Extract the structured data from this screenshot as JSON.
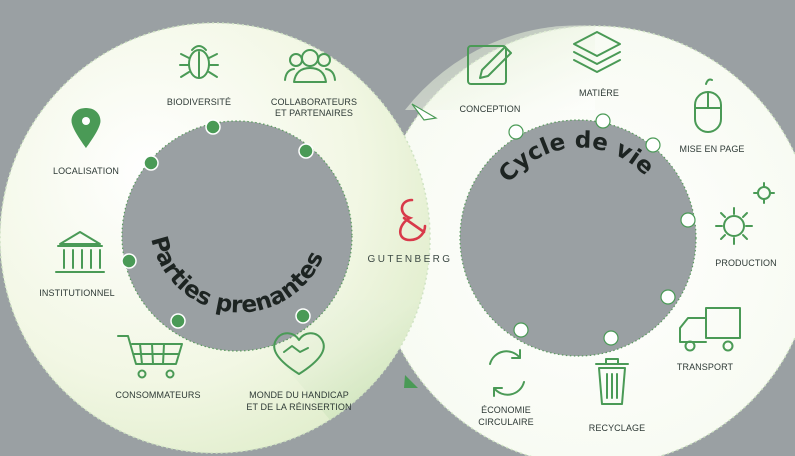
{
  "left_ring": {
    "title": "Parties prenantes",
    "items": [
      {
        "label": "BIODIVERSITÉ",
        "icon": "bug-icon"
      },
      {
        "label": "COLLABORATEURS",
        "label2": "ET PARTENAIRES",
        "icon": "people-icon"
      },
      {
        "label": "LOCALISATION",
        "icon": "location-pin-icon"
      },
      {
        "label": "INSTITUTIONNEL",
        "icon": "institution-icon"
      },
      {
        "label": "CONSOMMATEURS",
        "icon": "shopping-cart-icon"
      },
      {
        "label": "MONDE DU HANDICAP",
        "label2": "ET DE LA RÉINSERTION",
        "icon": "handshake-heart-icon"
      }
    ]
  },
  "right_ring": {
    "title": "Cycle de vie",
    "items": [
      {
        "label": "CONCEPTION",
        "icon": "pencil-square-icon"
      },
      {
        "label": "MATIÈRE",
        "icon": "layers-icon"
      },
      {
        "label": "MISE EN PAGE",
        "icon": "mouse-icon"
      },
      {
        "label": "PRODUCTION",
        "icon": "gears-icon"
      },
      {
        "label": "TRANSPORT",
        "icon": "truck-icon"
      },
      {
        "label": "RECYCLAGE",
        "icon": "trash-icon"
      },
      {
        "label": "ÉCONOMIE",
        "label2": "CIRCULAIRE",
        "icon": "recycle-arrows-icon"
      }
    ]
  },
  "brand": {
    "name": "GUTENBERG",
    "icon": "ampersand-logo-icon"
  },
  "colors": {
    "green": "#4a9a56",
    "brand_red": "#d83a4a",
    "background": "#9aa0a3",
    "ring_fill": "#f3f8e8"
  }
}
